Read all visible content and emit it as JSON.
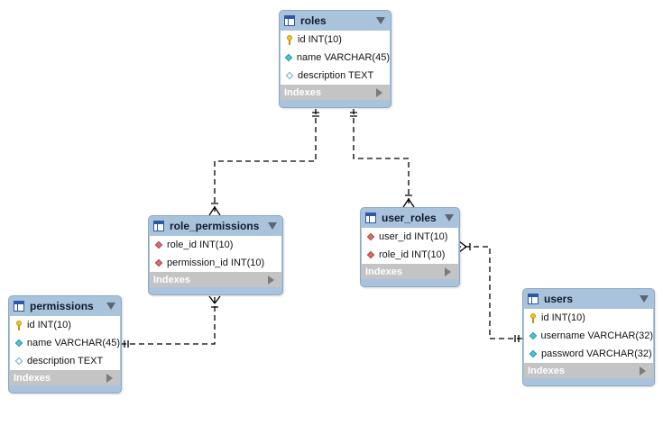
{
  "diagram": {
    "tables": {
      "roles": {
        "name": "roles",
        "columns": [
          {
            "text": "id INT(10)",
            "icon": "primary-key-icon"
          },
          {
            "text": "name VARCHAR(45)",
            "icon": "not-null-column-icon"
          },
          {
            "text": "description TEXT",
            "icon": "nullable-column-icon"
          }
        ],
        "indexes_label": "Indexes"
      },
      "role_permissions": {
        "name": "role_permissions",
        "columns": [
          {
            "text": "role_id INT(10)",
            "icon": "foreign-key-icon"
          },
          {
            "text": "permission_id INT(10)",
            "icon": "foreign-key-icon"
          }
        ],
        "indexes_label": "Indexes"
      },
      "user_roles": {
        "name": "user_roles",
        "columns": [
          {
            "text": "user_id INT(10)",
            "icon": "foreign-key-icon"
          },
          {
            "text": "role_id INT(10)",
            "icon": "foreign-key-icon"
          }
        ],
        "indexes_label": "Indexes"
      },
      "permissions": {
        "name": "permissions",
        "columns": [
          {
            "text": "id INT(10)",
            "icon": "primary-key-icon"
          },
          {
            "text": "name VARCHAR(45)",
            "icon": "not-null-column-icon"
          },
          {
            "text": "description TEXT",
            "icon": "nullable-column-icon"
          }
        ],
        "indexes_label": "Indexes"
      },
      "users": {
        "name": "users",
        "columns": [
          {
            "text": "id INT(10)",
            "icon": "primary-key-icon"
          },
          {
            "text": "username VARCHAR(32)",
            "icon": "not-null-column-icon"
          },
          {
            "text": "password VARCHAR(32)",
            "icon": "not-null-column-icon"
          }
        ],
        "indexes_label": "Indexes"
      }
    },
    "relationships": [
      {
        "from": "roles",
        "to": "role_permissions",
        "from_end": "one-and-only-one",
        "to_end": "one-or-many"
      },
      {
        "from": "roles",
        "to": "user_roles",
        "from_end": "one-and-only-one",
        "to_end": "one-or-many"
      },
      {
        "from": "permissions",
        "to": "role_permissions",
        "from_end": "one-and-only-one",
        "to_end": "one-or-many"
      },
      {
        "from": "users",
        "to": "user_roles",
        "from_end": "one-and-only-one",
        "to_end": "one-or-many"
      }
    ],
    "colors": {
      "table_header": "#a9c3dc",
      "indexes_bar": "#c4c4c4",
      "relationship_line": "#000000",
      "primary_key": "#f2c323",
      "foreign_key": "#e06a6a",
      "not_null": "#4cc6d6"
    }
  }
}
